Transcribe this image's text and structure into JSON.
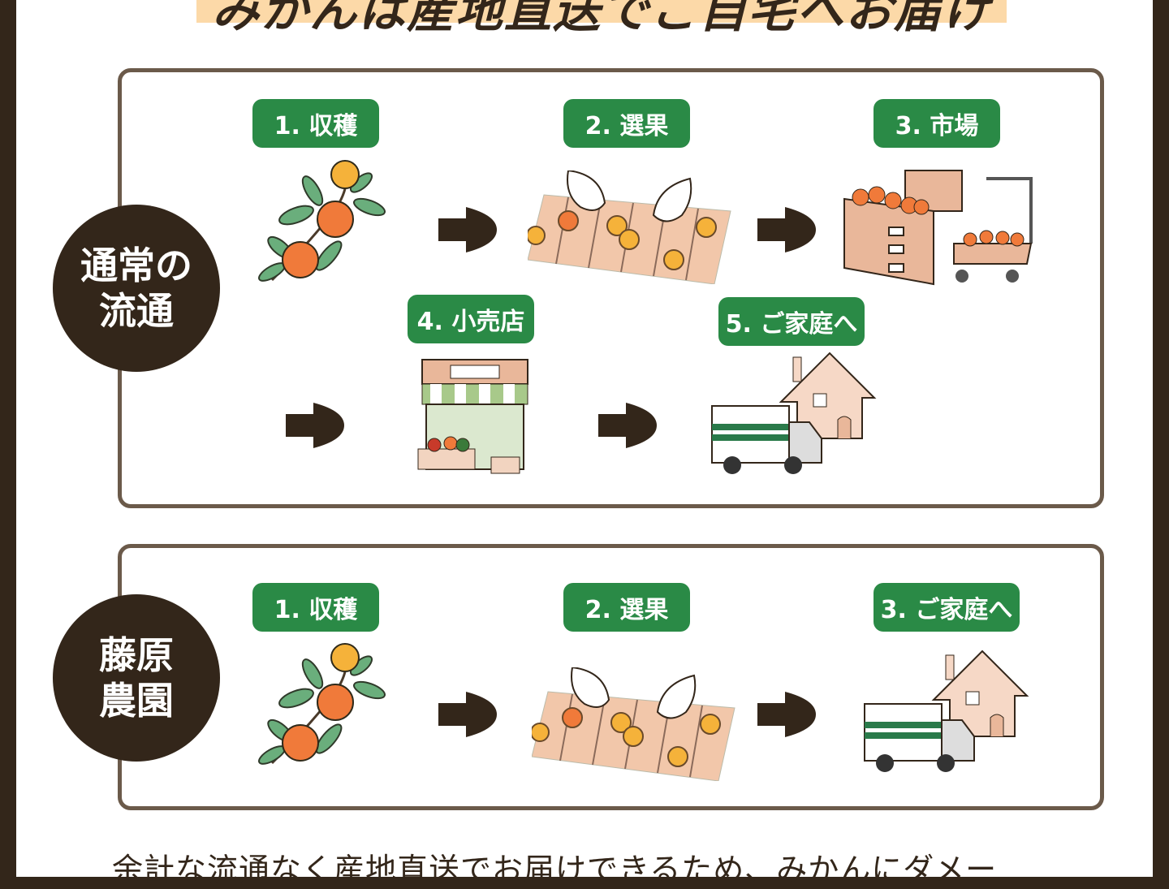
{
  "title": "みかんは産地直送でご自宅へお届け",
  "normal_flow": {
    "label_line1": "通常の",
    "label_line2": "流通",
    "steps": [
      "1. 収穫",
      "2. 選果",
      "3. 市場",
      "4. 小売店",
      "5. ご家庭へ"
    ]
  },
  "farm_flow": {
    "label_line1": "藤原",
    "label_line2": "農園",
    "steps": [
      "1. 収穫",
      "2. 選果",
      "3. ご家庭へ"
    ]
  },
  "bottom_text": "余計な流通なく産地直送でお届けできるため、みかんにダメー",
  "colors": {
    "frame": "#33261a",
    "badge": "#2a8a46",
    "highlight": "#fcd9a8",
    "orange": "#f07a3a"
  }
}
